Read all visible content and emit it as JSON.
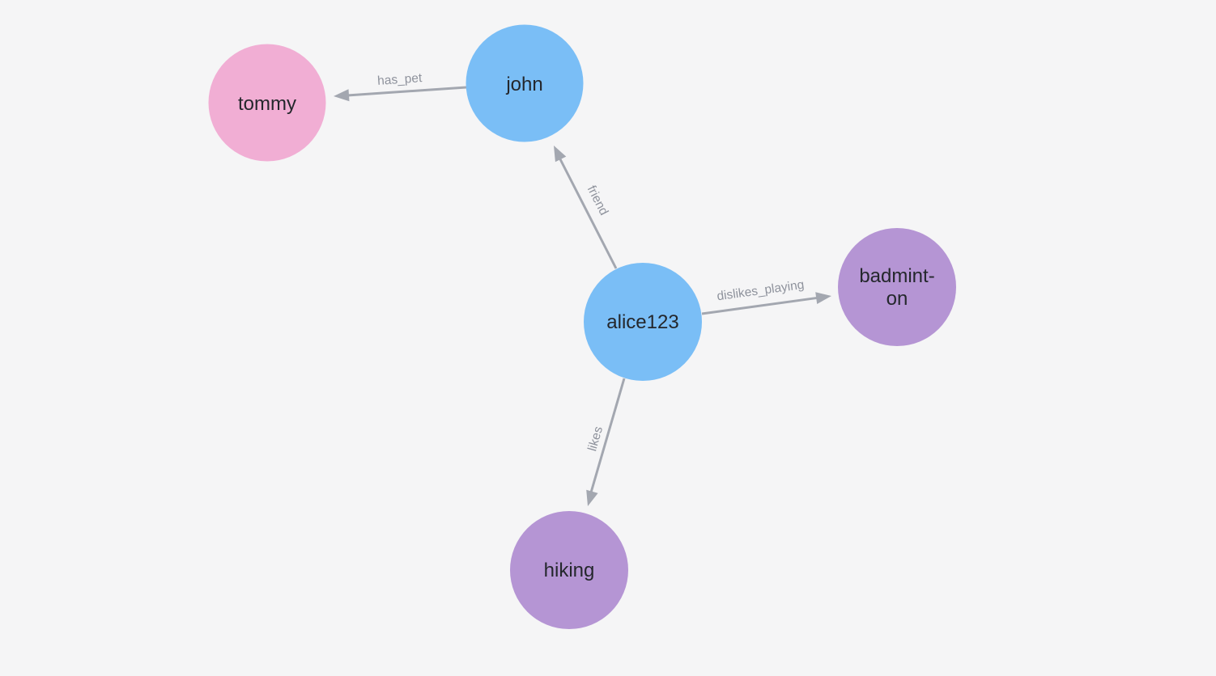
{
  "graph": {
    "background_color": "#f5f5f6",
    "edge_color": "#a3a7b0",
    "edge_label_color": "#8e929c",
    "node_label_color": "#24272c",
    "nodes": [
      {
        "id": "tommy",
        "label": "tommy",
        "color": "#f1aed4"
      },
      {
        "id": "john",
        "label": "john",
        "color": "#7abef6"
      },
      {
        "id": "alice123",
        "label": "alice123",
        "color": "#7abef6"
      },
      {
        "id": "badminton",
        "label": "badminton",
        "label_lines": [
          "badmint-",
          "on"
        ],
        "color": "#b595d4"
      },
      {
        "id": "hiking",
        "label": "hiking",
        "color": "#b595d4"
      }
    ],
    "edges": [
      {
        "from": "john",
        "to": "tommy",
        "label": "has_pet"
      },
      {
        "from": "alice123",
        "to": "john",
        "label": "friend"
      },
      {
        "from": "alice123",
        "to": "badminton",
        "label": "dislikes_playing"
      },
      {
        "from": "alice123",
        "to": "hiking",
        "label": "likes"
      }
    ]
  }
}
